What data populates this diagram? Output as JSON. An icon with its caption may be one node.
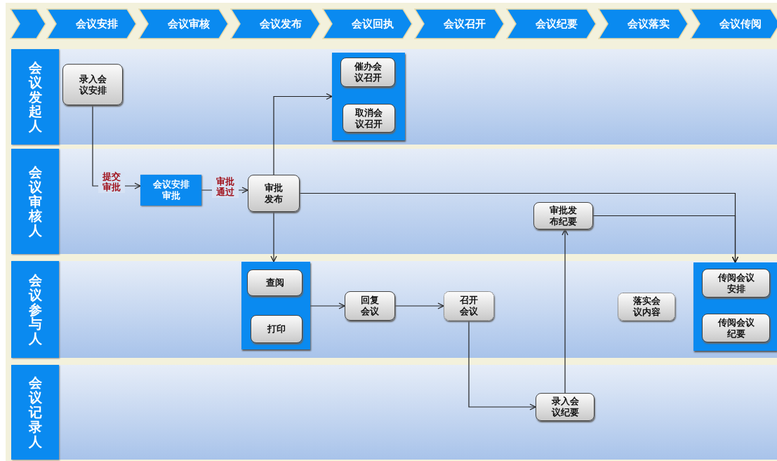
{
  "diagram": {
    "nodes": [
      {
        "text": [],
        "shape": "chevron"
      },
      {
        "text": [
          "会议安排"
        ]
      },
      {
        "text": [
          "会议审核"
        ]
      },
      {
        "text": [
          "会议发布"
        ]
      },
      {
        "text": [
          "会议回执"
        ]
      },
      {
        "text": [
          "会议召开"
        ]
      },
      {
        "text": [
          "会议纪要"
        ]
      },
      {
        "text": [
          "会议落实"
        ]
      },
      {
        "text": [
          "会议传阅"
        ]
      },
      {
        "text": [
          "会议发起人"
        ]
      },
      {
        "text": [
          "录入会议安排"
        ],
        "in": 9
      },
      {
        "text": [],
        "shape": "box",
        "in": 9
      },
      {
        "text": [
          "催办会议召开"
        ],
        "in": 11
      },
      {
        "text": [
          "取消会议召开"
        ],
        "in": 11
      },
      {
        "text": [
          "会议审核人"
        ]
      },
      {
        "text": [
          "会议安排审批"
        ],
        "in": 14
      },
      {
        "text": [
          "审批发布"
        ],
        "in": 14
      },
      {
        "text": [
          "审批发布纪要"
        ],
        "in": 14
      },
      {
        "text": [
          "会议参与人"
        ]
      },
      {
        "text": [],
        "shape": "box",
        "in": 18
      },
      {
        "text": [
          "查阅"
        ],
        "in": 19
      },
      {
        "text": [
          "打印"
        ],
        "in": 19
      },
      {
        "text": [
          "回复会议"
        ],
        "in": 18
      },
      {
        "text": [
          "召开会议"
        ],
        "in": 18
      },
      {
        "text": [
          "落实会议内容"
        ],
        "in": 18
      },
      {
        "text": [],
        "shape": "box",
        "in": 18
      },
      {
        "text": [
          "传阅会议安排"
        ],
        "in": 25
      },
      {
        "text": [
          "传阅会议纪要"
        ],
        "in": 25
      },
      {
        "text": [
          "会议记录人"
        ]
      },
      {
        "text": [
          "录入会议纪要"
        ],
        "in": 28
      }
    ],
    "edges": [
      {
        "from": 10,
        "to": 15,
        "arrow": "to",
        "label": "提交审批"
      },
      {
        "from": 15,
        "to": 16,
        "arrow": "to",
        "label": "审批通过"
      },
      {
        "from": 16,
        "to": 11,
        "arrow": "to"
      },
      {
        "from": 16,
        "to": 19,
        "arrow": "to"
      },
      {
        "from": 16,
        "to": 25,
        "arrow": "to"
      },
      {
        "from": 17,
        "to": 25,
        "arrow": "to"
      },
      {
        "from": 19,
        "to": 22,
        "arrow": "to"
      },
      {
        "from": 22,
        "to": 23,
        "arrow": "to"
      },
      {
        "from": 23,
        "to": 29,
        "arrow": "to"
      },
      {
        "from": 29,
        "to": 17,
        "arrow": "to"
      }
    ]
  }
}
